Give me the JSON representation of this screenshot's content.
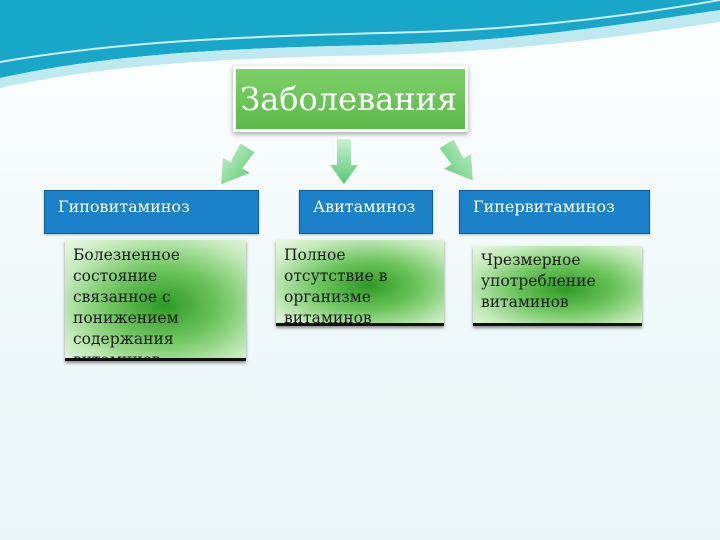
{
  "title": "Заболевания",
  "categories": [
    {
      "label": "Гиповитаминоз",
      "description": "Болезненное состояние связанное с понижением содержания витаминов"
    },
    {
      "label": "Авитаминоз",
      "description": "Полное отсутствие в организме витаминов"
    },
    {
      "label": "Гипервитаминоз",
      "description": "Чрезмерное употребление витаминов"
    }
  ],
  "colors": {
    "title_green": "#6cc75a",
    "category_blue": "#1b82c9",
    "arrow_green": "#7fd98a",
    "wave_teal": "#1aa9c9"
  }
}
